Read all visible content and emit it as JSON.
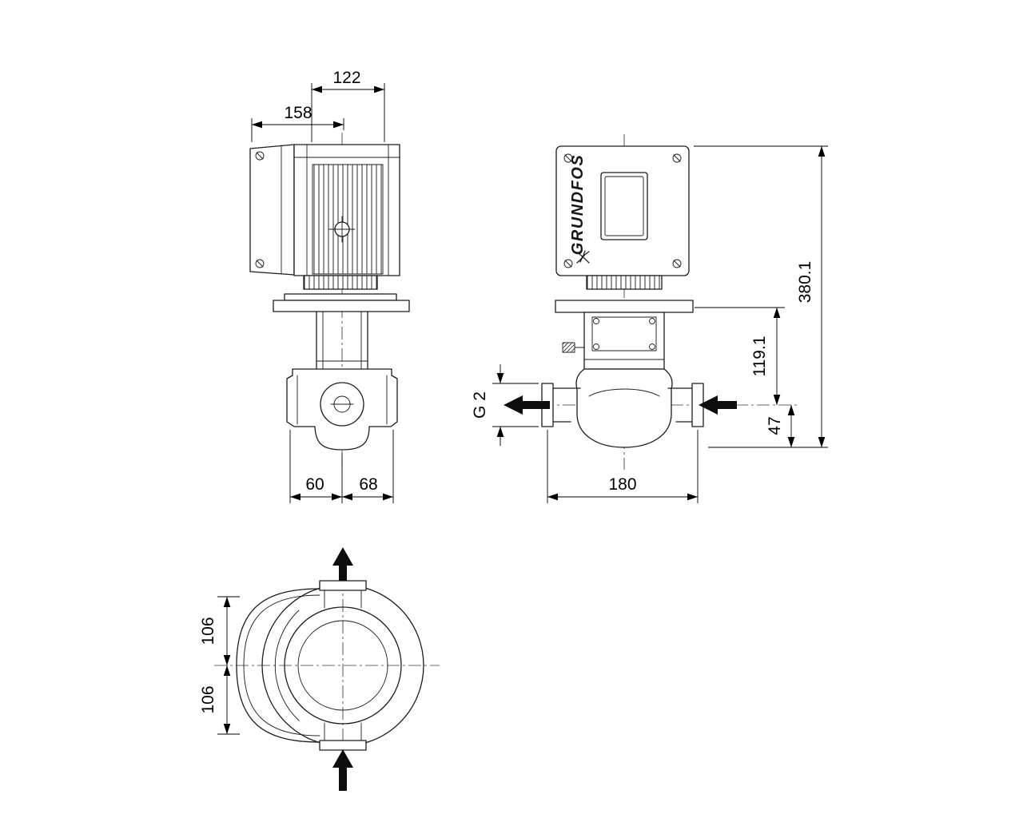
{
  "brand": {
    "name": "GRUNDFOS"
  },
  "dims": {
    "side": {
      "motor_depth": "122",
      "motor_total": "158",
      "center_to_left_port": "60",
      "center_to_right_port": "68"
    },
    "front": {
      "total_height": "380.1",
      "flange_to_center": "119.1",
      "center_to_base": "47",
      "connection": "G 2",
      "port_to_port": "180"
    },
    "top": {
      "center_to_top": "106",
      "center_to_bottom": "106"
    }
  }
}
